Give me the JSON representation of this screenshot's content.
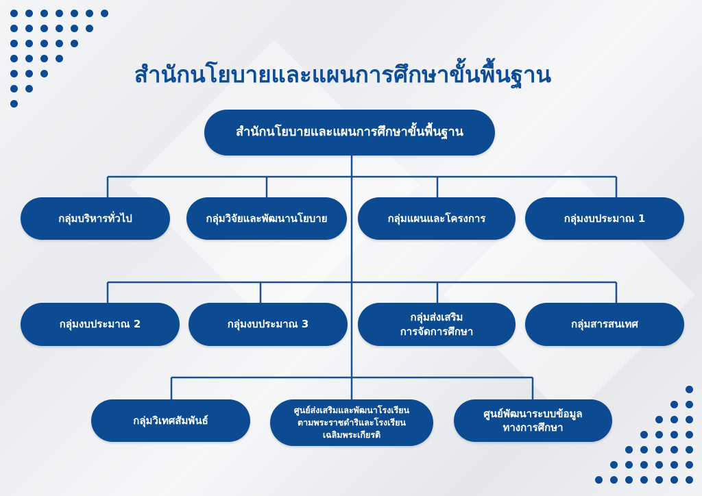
{
  "title": "สำนักนโยบายและแผนการศึกษาขั้นพื้นฐาน",
  "root": "สำนักนโยบายและแผนการศึกษาขั้นพื้นฐาน",
  "row1": [
    "กลุ่มบริหารทั่วไป",
    "กลุ่มวิจัยและพัฒนานโยบาย",
    "กลุ่มแผนและโครงการ",
    "กลุ่มงบประมาณ 1"
  ],
  "row2": [
    "กลุ่มงบประมาณ 2",
    "กลุ่มงบประมาณ 3",
    "กลุ่มส่งเสริม\nการจัดการศึกษา",
    "กลุ่มสารสนเทศ"
  ],
  "row3": [
    "กลุ่มวิเทศสัมพันธ์",
    "ศูนย์ส่งเสริมและพัฒนาโรงเรียน\nตามพระราชดำริและโรงเรียน\nเฉลิมพระเกียรติ",
    "ศูนย์พัฒนาระบบข้อมูล\nทางการศึกษา"
  ],
  "colors": {
    "primary": "#0c4a92",
    "line": "#1b4f8f"
  }
}
